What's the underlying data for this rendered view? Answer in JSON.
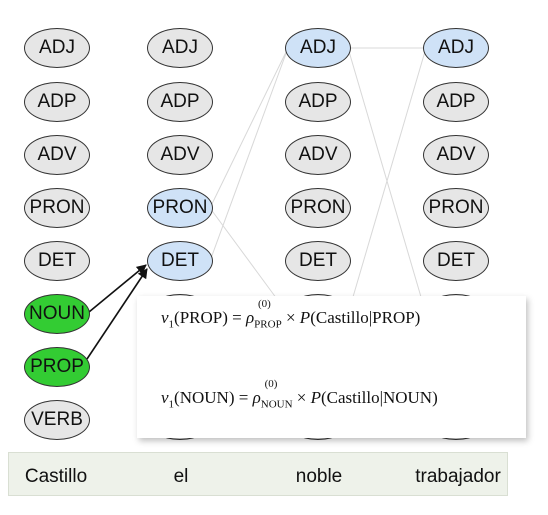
{
  "tags": [
    "ADJ",
    "ADP",
    "ADV",
    "PRON",
    "DET",
    "NOUN",
    "PROP",
    "VERB"
  ],
  "columns": [
    {
      "word": "Castillo",
      "states": [
        "",
        "",
        "",
        "",
        "",
        "green",
        "green",
        ""
      ]
    },
    {
      "word": "el",
      "states": [
        "",
        "",
        "",
        "blue",
        "blue",
        "",
        "",
        ""
      ]
    },
    {
      "word": "noble",
      "states": [
        "blue",
        "",
        "",
        "",
        "",
        "",
        "",
        ""
      ]
    },
    {
      "word": "trabajador",
      "states": [
        "blue",
        "",
        "",
        "",
        "",
        "",
        "",
        ""
      ]
    }
  ],
  "colors": {
    "node_default": "#e6e6e6",
    "node_blue": "#cfe2f7",
    "node_green": "#33cc33",
    "arrow": "#111111",
    "faint_edges": "#d8d8d8"
  },
  "formulas": {
    "f1": {
      "nu": "ν",
      "nu_sub": "1",
      "arg": "(PROP)",
      "eq": "=",
      "rho": "ρ",
      "rho_sup": "(0)",
      "rho_sub": "PROP",
      "times": "×",
      "P": "P",
      "prob_arg": "(Castillo|PROP)"
    },
    "f2": {
      "nu": "ν",
      "nu_sub": "1",
      "arg": "(NOUN)",
      "eq": "=",
      "rho": "ρ",
      "rho_sup": "(0)",
      "rho_sub": "NOUN",
      "times": "×",
      "P": "P",
      "prob_arg": "(Castillo|NOUN)"
    }
  }
}
